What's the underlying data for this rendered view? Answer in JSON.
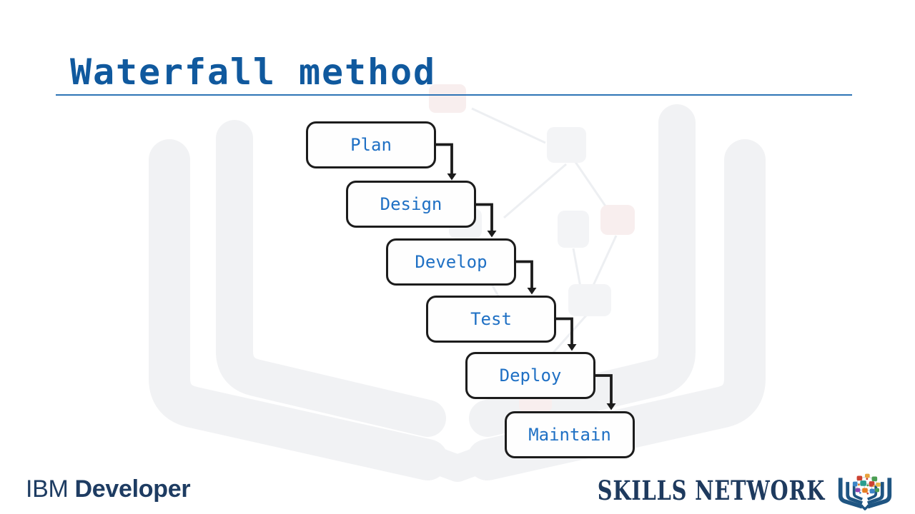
{
  "slide": {
    "title": "Waterfall method",
    "title_color": "#10599e",
    "underline_color": "#2e74b6",
    "background_color": "#ffffff"
  },
  "diagram": {
    "type": "waterfall-flowchart",
    "box_border_color": "#1c1c1c",
    "box_fill_color": "#fefefe",
    "box_text_color": "#1f70c4",
    "arrow_color": "#1c1c1c",
    "steps": [
      {
        "label": "Plan"
      },
      {
        "label": "Design"
      },
      {
        "label": "Develop"
      },
      {
        "label": "Test"
      },
      {
        "label": "Deploy"
      },
      {
        "label": "Maintain"
      }
    ]
  },
  "watermark": {
    "icon": "open-book-network-watermark"
  },
  "footer": {
    "ibm": {
      "brand": "IBM",
      "product": "Developer",
      "color": "#1e3c62"
    },
    "skills_network": {
      "label": "SKILLS NETWORK",
      "color": "#1e3a5e",
      "icon": "open-book-brain-network-icon",
      "icon_colors": [
        "#cc4232",
        "#e67e22",
        "#4a9e52",
        "#3d85c6",
        "#e6b84a",
        "#2a9d8f",
        "#8e44ad"
      ]
    }
  }
}
